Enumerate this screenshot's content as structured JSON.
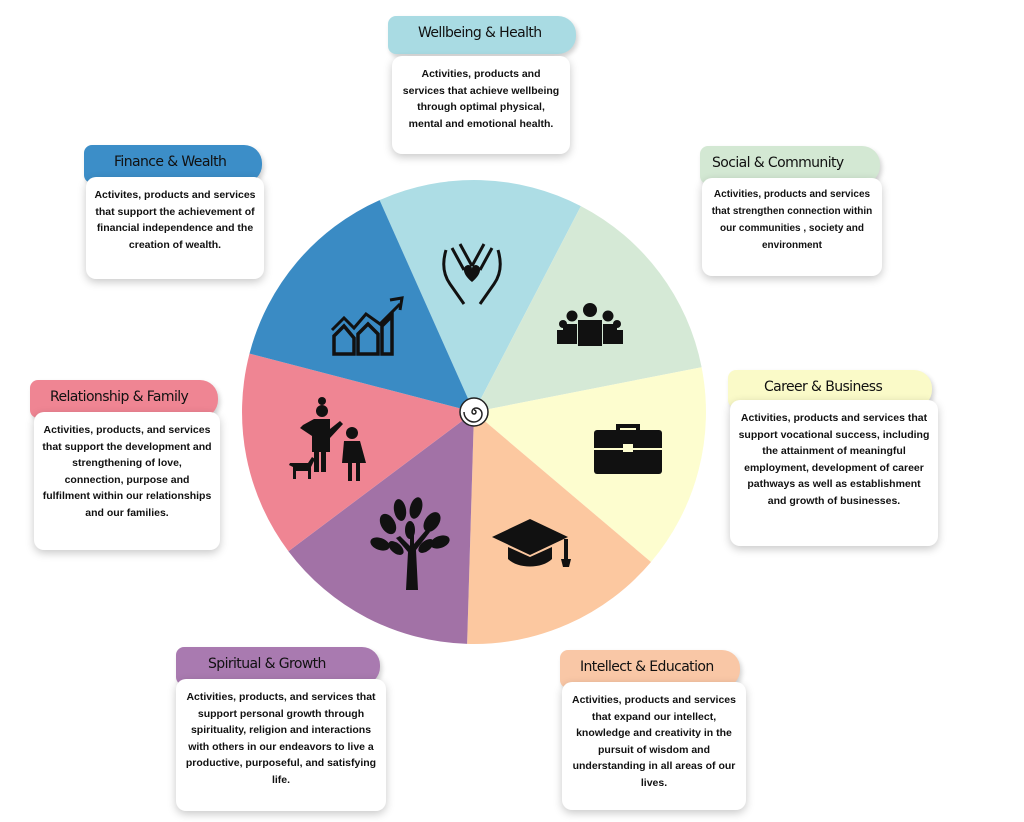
{
  "segments": [
    {
      "key": "wellbeing",
      "color": "#addde5"
    },
    {
      "key": "social",
      "color": "#d5e9d6"
    },
    {
      "key": "career",
      "color": "#fdfdcf"
    },
    {
      "key": "intellect",
      "color": "#fcc8a0"
    },
    {
      "key": "spiritual",
      "color": "#a272a6"
    },
    {
      "key": "relationship",
      "color": "#ef8593"
    },
    {
      "key": "finance",
      "color": "#3a8bc4"
    }
  ],
  "cards": {
    "wellbeing": {
      "title": "Wellbeing  &  Health",
      "color": "#a9dbe3",
      "text": "Activities, products and services that achieve wellbeing through optimal physical, mental and emotional health.",
      "icon": "hands-heart-icon"
    },
    "social": {
      "title": "Social  &  Community",
      "color": "#d3e8d3",
      "text": "Activities,  products and services that  strengthen   connection within  our communities ,  society and environment",
      "icon": "people-group-icon"
    },
    "career": {
      "title": "Career  &  Business",
      "color": "#fafac8",
      "text": "Activities, products and services that support vocational success, including the attainment of meaningful employment, development of career pathways as well as establishment and growth  of businesses.",
      "icon": "briefcase-icon"
    },
    "intellect": {
      "title": "Intellect  &  Education",
      "color": "#f9c7a6",
      "text": "Activities, products and services that expand our intellect, knowledge  and creativity in the pursuit  of wisdom  and understanding in all areas of our lives.",
      "icon": "graduation-cap-icon"
    },
    "spiritual": {
      "title": "Spiritual  &  Growth",
      "color": "#a97ab0",
      "text": "Activities, products, and services that support personal growth through spirituality,  religion  and interactions with  others  in our endeavors   to live a productive, purposeful, and satisfying life.",
      "icon": "tree-icon"
    },
    "relationship": {
      "title": "Relationship  &  Family",
      "color": "#ef8593",
      "text": "Activities, products, and services that support the development and strengthening of love, connection, purpose and fulfilment within our relationships   and our families.",
      "icon": "family-icon"
    },
    "finance": {
      "title": "Finance  &  Wealth",
      "color": "#3c8ec8",
      "text": "Activites, products and services that support the achievement of financial independence and the creation of wealth.",
      "icon": "chart-growth-icon"
    }
  },
  "center_icon": "spiral-icon"
}
